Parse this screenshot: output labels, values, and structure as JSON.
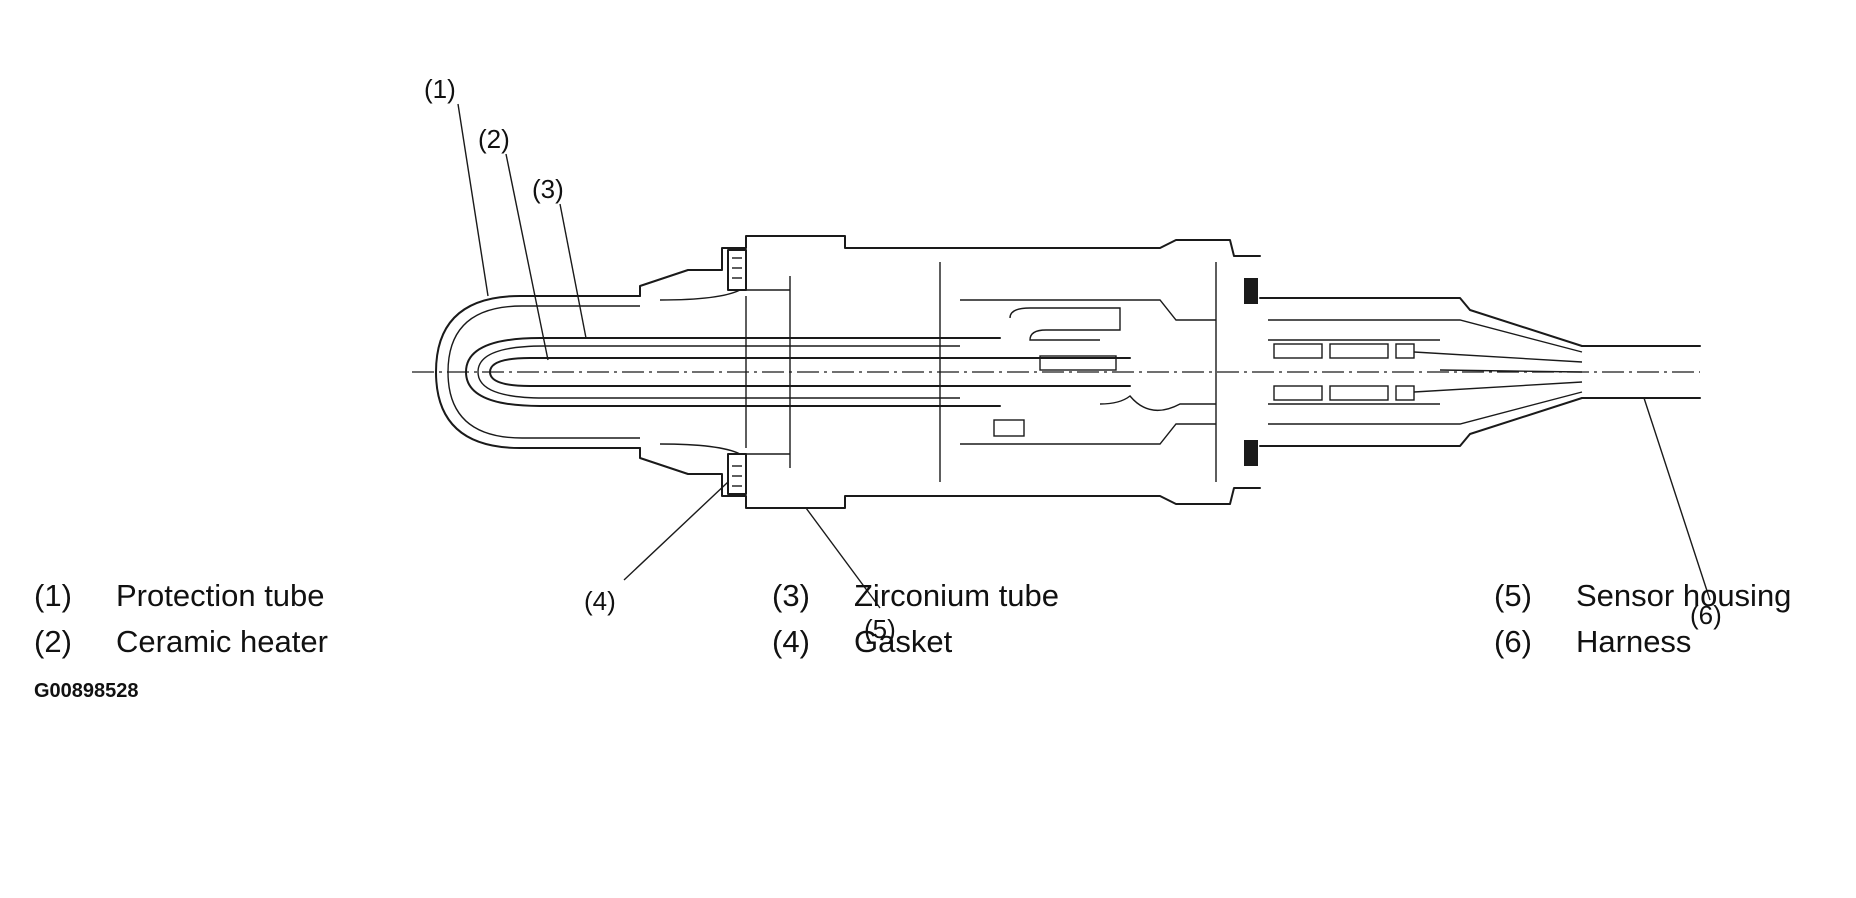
{
  "callouts": [
    "(1)",
    "(2)",
    "(3)",
    "(4)",
    "(5)",
    "(6)"
  ],
  "legend": [
    {
      "num": "(1)",
      "label": "Protection tube"
    },
    {
      "num": "(2)",
      "label": "Ceramic heater"
    },
    {
      "num": "(3)",
      "label": "Zirconium tube"
    },
    {
      "num": "(4)",
      "label": "Gasket"
    },
    {
      "num": "(5)",
      "label": "Sensor housing"
    },
    {
      "num": "(6)",
      "label": "Harness"
    }
  ],
  "figure_id": "G00898528"
}
